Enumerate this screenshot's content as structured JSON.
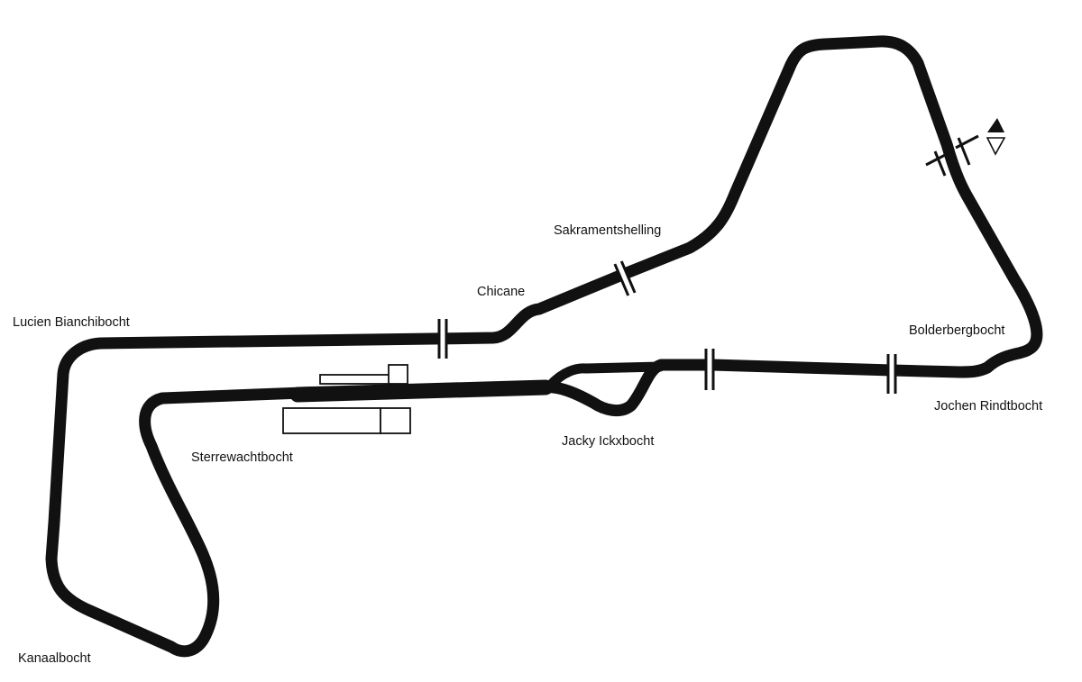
{
  "colors": {
    "track": "#111111",
    "background": "#ffffff",
    "marker_gap": "#ffffff"
  },
  "corners": [
    {
      "id": "lucien-bianchibocht",
      "label": "Lucien Bianchibocht"
    },
    {
      "id": "chicane",
      "label": "Chicane"
    },
    {
      "id": "sakramentshelling",
      "label": "Sakramentshelling"
    },
    {
      "id": "bolderbergbocht",
      "label": "Bolderbergbocht"
    },
    {
      "id": "jochen-rindtbocht",
      "label": "Jochen Rindtbocht"
    },
    {
      "id": "jacky-ickxbocht",
      "label": "Jacky Ickxbocht"
    },
    {
      "id": "sterrewachtbocht",
      "label": "Sterrewachtbocht"
    },
    {
      "id": "kanaalbocht",
      "label": "Kanaalbocht"
    }
  ],
  "icons": {
    "start_finish": [
      "filled-triangle-icon",
      "outline-triangle-icon"
    ]
  }
}
